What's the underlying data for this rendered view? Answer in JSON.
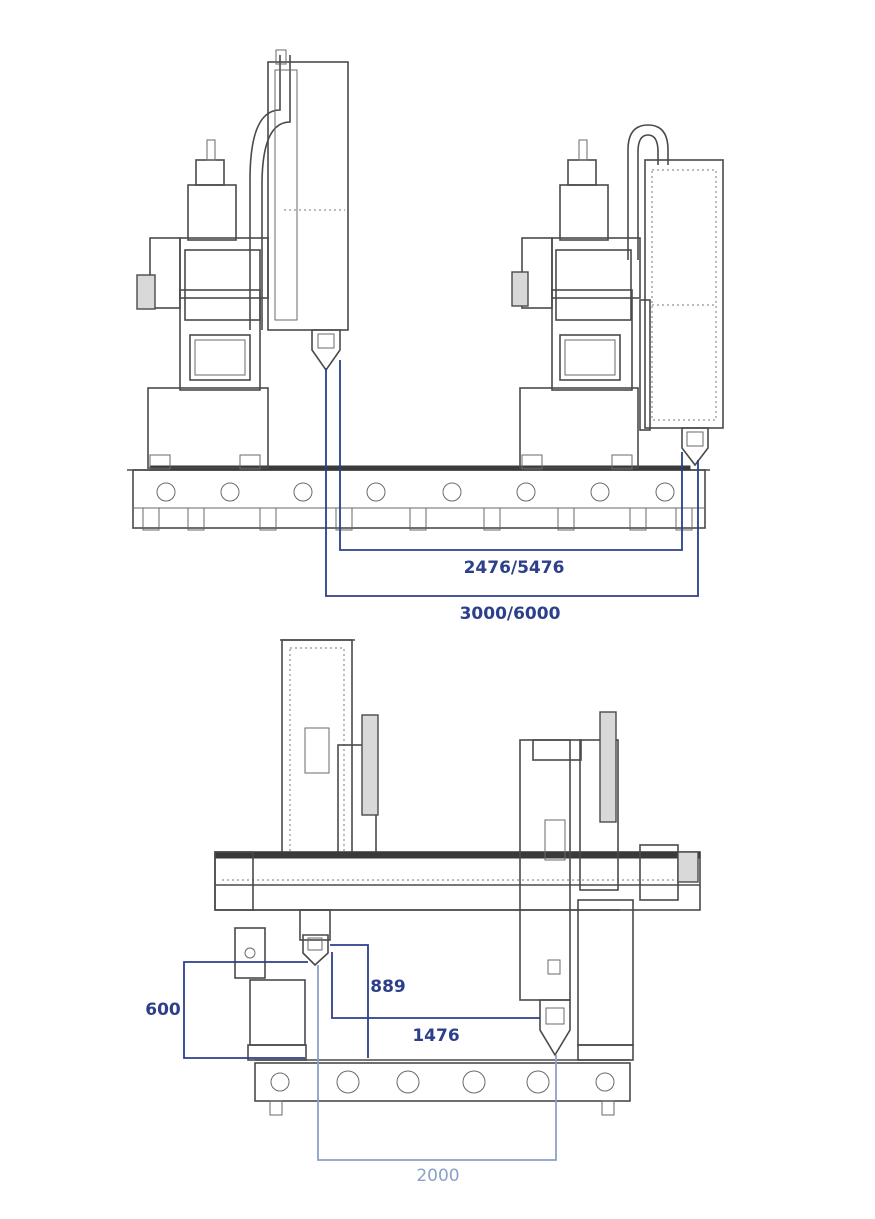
{
  "colors": {
    "dimension_primary": "#2c3f8a",
    "dimension_light": "#8aa0cc",
    "machine_line": "#4a4a4a"
  },
  "top_view": {
    "dimensions": [
      {
        "label": "2476/5476",
        "color": "#2c3f8a"
      },
      {
        "label": "3000/6000",
        "color": "#2c3f8a"
      }
    ]
  },
  "bottom_view": {
    "dimensions": [
      {
        "label": "889",
        "color": "#2c3f8a"
      },
      {
        "label": "600",
        "color": "#2c3f8a"
      },
      {
        "label": "1476",
        "color": "#2c3f8a"
      },
      {
        "label": "2000",
        "color": "#8aa0cc"
      }
    ]
  }
}
